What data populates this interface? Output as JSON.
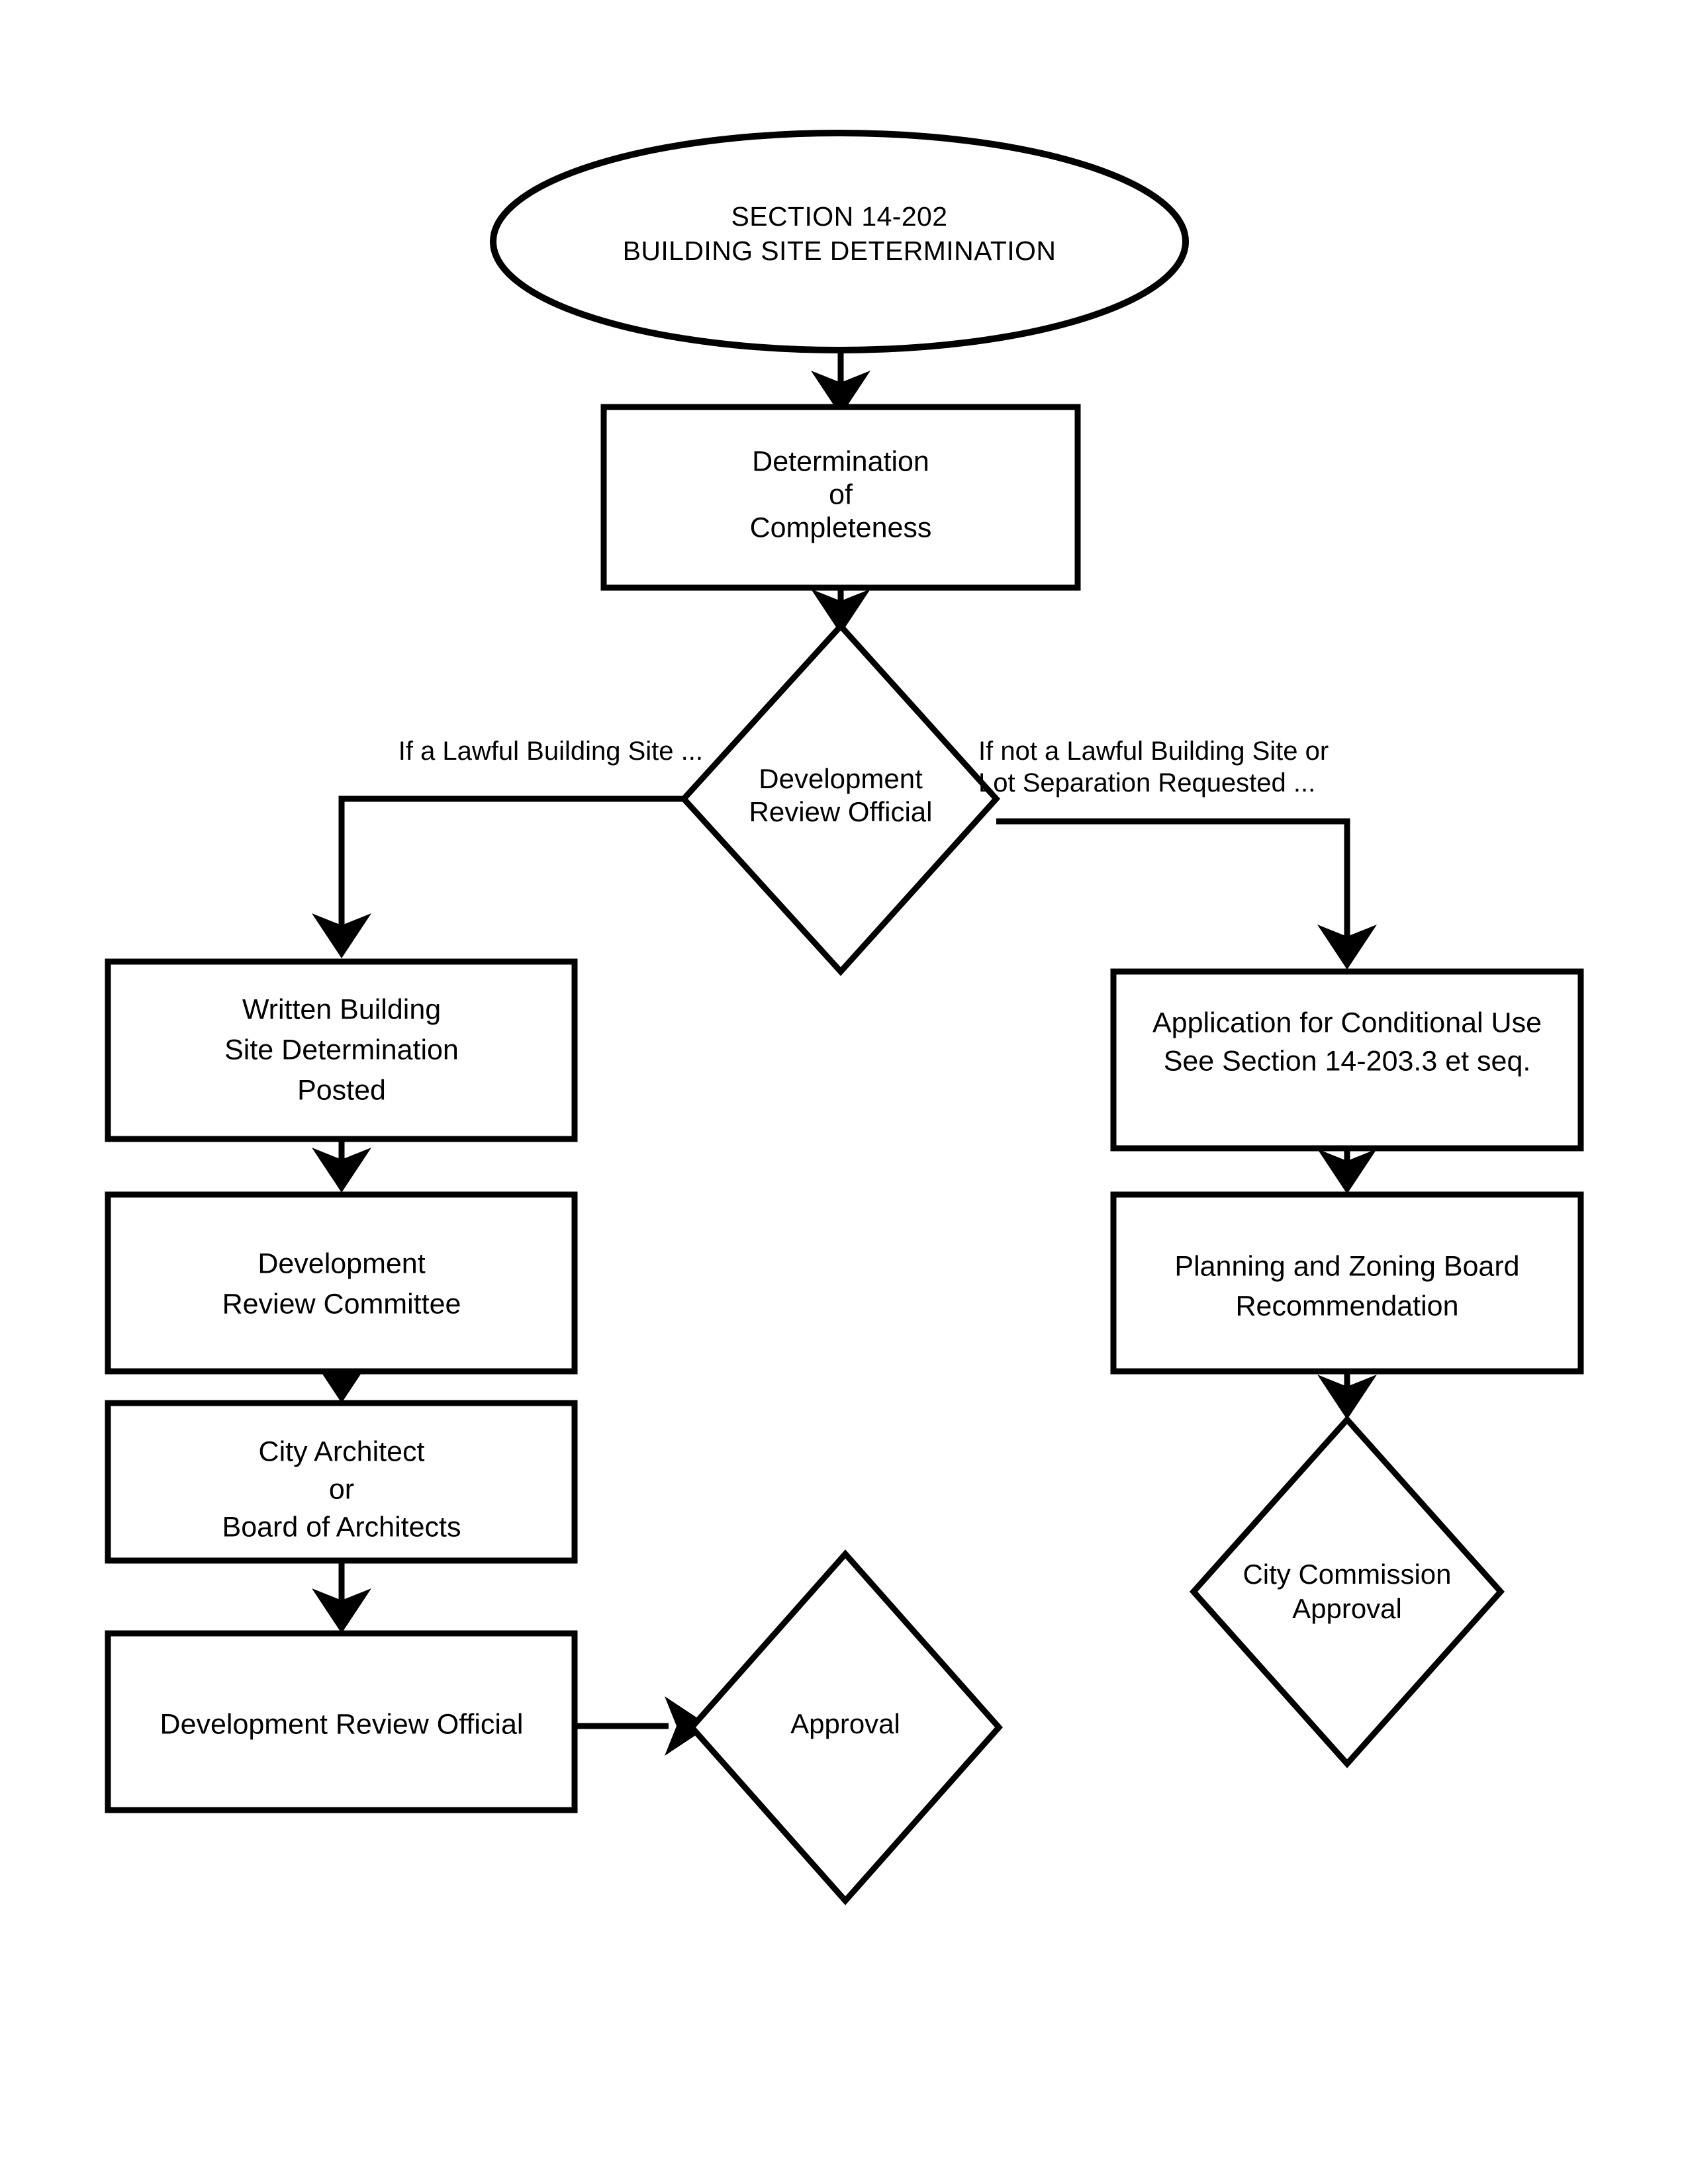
{
  "document": {
    "type": "flowchart",
    "title_line_1": "SECTION 14-202",
    "title_line_2": "BUILDING SITE DETERMINATION",
    "background_color": "#ffffff",
    "line_color": "#000000"
  },
  "nodes": {
    "start_terminator": {
      "shape": "ellipse",
      "line_1": "SECTION 14-202",
      "line_2": "BUILDING SITE DETERMINATION"
    },
    "determination_of_completeness": {
      "shape": "process",
      "line_1": "Determination",
      "line_2": "of",
      "line_3": "Completeness"
    },
    "development_review_official_decision": {
      "shape": "decision",
      "line_1": "Development",
      "line_2": "Review Official"
    },
    "written_building_site_determination_posted": {
      "shape": "process",
      "line_1": "Written Building",
      "line_2": "Site Determination",
      "line_3": "Posted"
    },
    "development_review_committee": {
      "shape": "process",
      "line_1": "Development",
      "line_2": "Review Committee"
    },
    "city_architect_or_board_of_architects": {
      "shape": "process",
      "line_1": "City Architect",
      "line_2": "or",
      "line_3": "Board of Architects"
    },
    "development_review_official_box": {
      "shape": "process",
      "line_1": "Development Review Official"
    },
    "approval": {
      "shape": "decision",
      "line_1": "Approval"
    },
    "application_conditional_use": {
      "shape": "process",
      "line_1": "Application for Conditional Use",
      "line_2": "See Section 14-203.3 et seq."
    },
    "planning_and_zoning_board_recommendation": {
      "shape": "process",
      "line_1": "Planning and Zoning Board",
      "line_2": "Recommendation"
    },
    "city_commission_approval": {
      "shape": "decision",
      "line_1": "City Commission",
      "line_2": "Approval"
    }
  },
  "edge_labels": {
    "left_branch": {
      "line_1": "If a Lawful Building Site ..."
    },
    "right_branch": {
      "line_1": "If not a Lawful Building Site or",
      "line_2": "Lot Separation Requested ..."
    }
  }
}
